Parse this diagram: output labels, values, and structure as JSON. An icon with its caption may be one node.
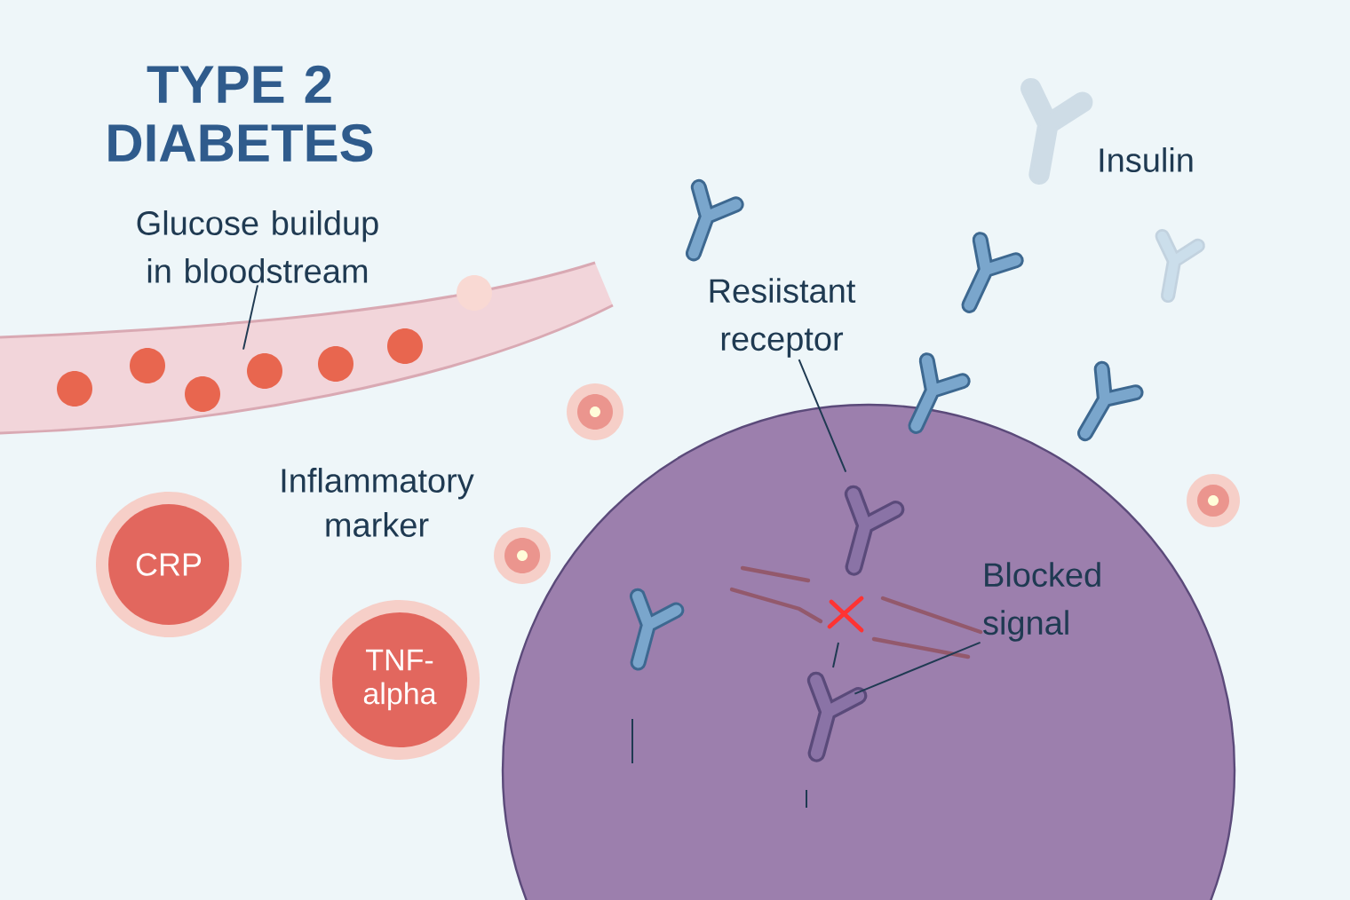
{
  "diagram": {
    "title": "TYPE 2 DIABETES",
    "nodes": [
      {
        "text": [
          "Glucose buildup in bloodstream"
        ]
      },
      {
        "text": [],
        "shape": "picture"
      },
      {
        "text": [
          "Resiistant receptor"
        ]
      },
      {
        "text": [],
        "shape": "picture"
      },
      {
        "text": [
          "Blocked signal"
        ]
      },
      {
        "text": [],
        "shape": "picture"
      },
      {
        "text": [
          "CRP"
        ]
      },
      {
        "text": [
          "TNF-alpha"
        ]
      }
    ],
    "edges": [
      {
        "from": 0,
        "to": 1,
        "arrow": "none"
      },
      {
        "from": 2,
        "to": 3,
        "arrow": "none"
      },
      {
        "from": 4,
        "to": 5,
        "arrow": "none"
      }
    ],
    "labels": [
      "Insulin",
      "Inflammatory marker"
    ]
  }
}
